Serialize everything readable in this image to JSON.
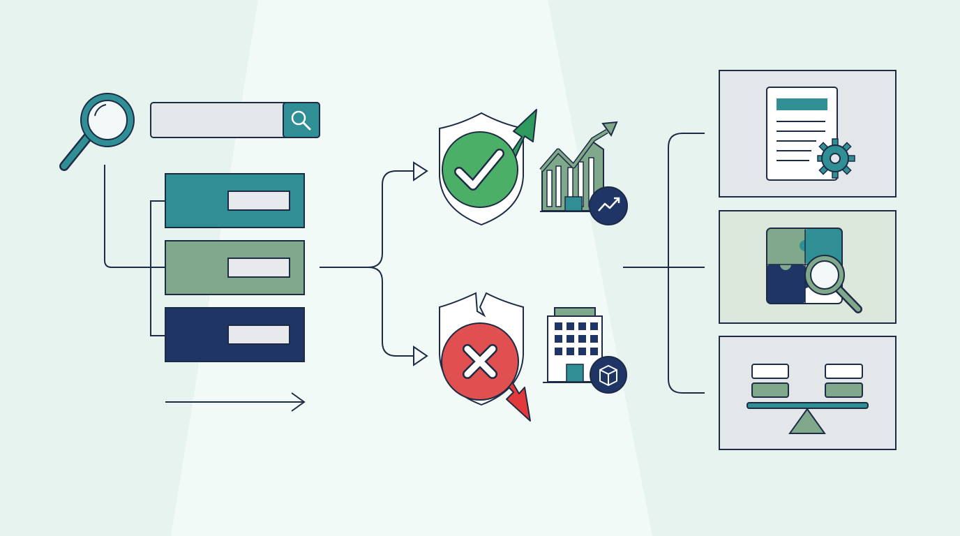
{
  "palette": {
    "background": "#e6f3ef",
    "spotlight": "#f1faf7",
    "ink": "#1e2b45",
    "teal": "#2f8f94",
    "sage": "#7fa98a",
    "navy": "#1e3566",
    "panel_gray": "#e3e7ea",
    "panel_sage": "#dde8dc",
    "success_green": "#4caf68",
    "success_arrow": "#2e9a5e",
    "error_red": "#e05050",
    "error_arrow": "#e23a3a",
    "bar_label": "#e7e9ec"
  },
  "diagram": {
    "search_group": {
      "icons": [
        "magnifier-icon",
        "search-icon"
      ]
    },
    "list_rows": [
      {
        "color": "teal"
      },
      {
        "color": "sage"
      },
      {
        "color": "navy"
      }
    ],
    "outcomes": [
      {
        "name": "positive",
        "icons": [
          "shield-check-icon",
          "growth-arrow-icon",
          "building-growth-icon",
          "trend-up-badge-icon"
        ]
      },
      {
        "name": "negative",
        "icons": [
          "broken-shield-icon",
          "x-icon",
          "decline-arrow-icon",
          "office-building-icon",
          "package-badge-icon"
        ]
      }
    ],
    "panels": [
      {
        "icons": [
          "document-icon",
          "gear-icon"
        ]
      },
      {
        "icons": [
          "puzzle-icon",
          "magnifier-icon"
        ]
      },
      {
        "icons": [
          "balance-scale-icon"
        ]
      }
    ]
  }
}
